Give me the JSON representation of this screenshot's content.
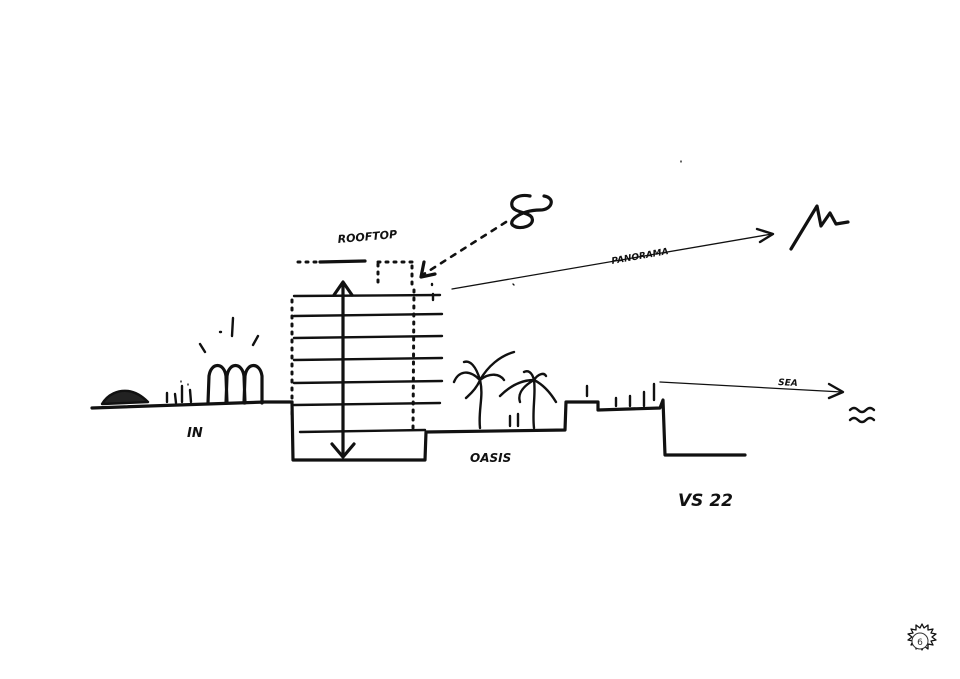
{
  "sketch": {
    "labels": {
      "rooftop": "ROOFTOP",
      "panorama": "PANORAMA",
      "sea": "SEA",
      "entrance": "IN",
      "oasis": "OASIS",
      "signature": "VS 22"
    }
  },
  "page": {
    "number": "6"
  }
}
